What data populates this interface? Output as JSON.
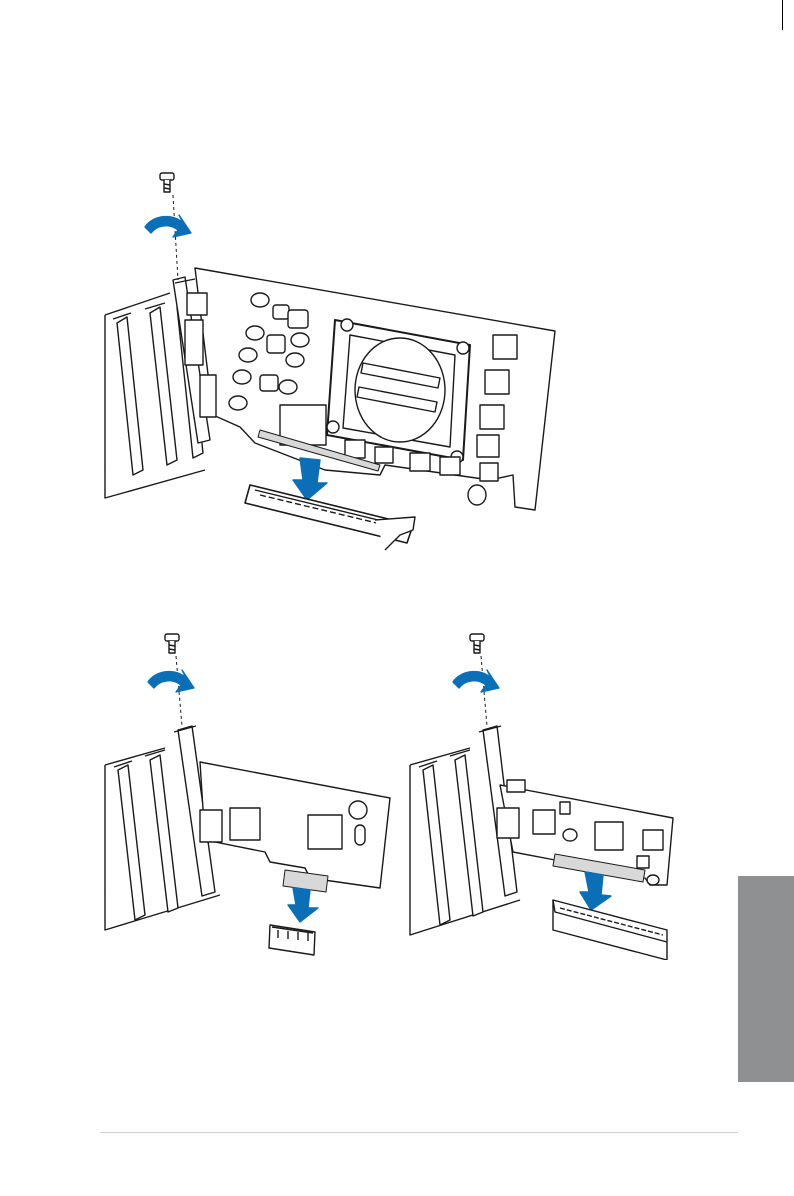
{
  "page": {
    "side_tab_color": "#8f9092",
    "arrow_color": "#0b6fb8"
  },
  "figures": [
    {
      "name": "graphics-card-installation",
      "icons": [
        "screw-icon",
        "rotate-arrow-icon",
        "insert-arrow-icon"
      ]
    },
    {
      "name": "pcie-x1-card-installation",
      "icons": [
        "screw-icon",
        "rotate-arrow-icon",
        "insert-arrow-icon"
      ]
    },
    {
      "name": "pci-card-installation",
      "icons": [
        "screw-icon",
        "rotate-arrow-icon",
        "insert-arrow-icon"
      ]
    }
  ]
}
